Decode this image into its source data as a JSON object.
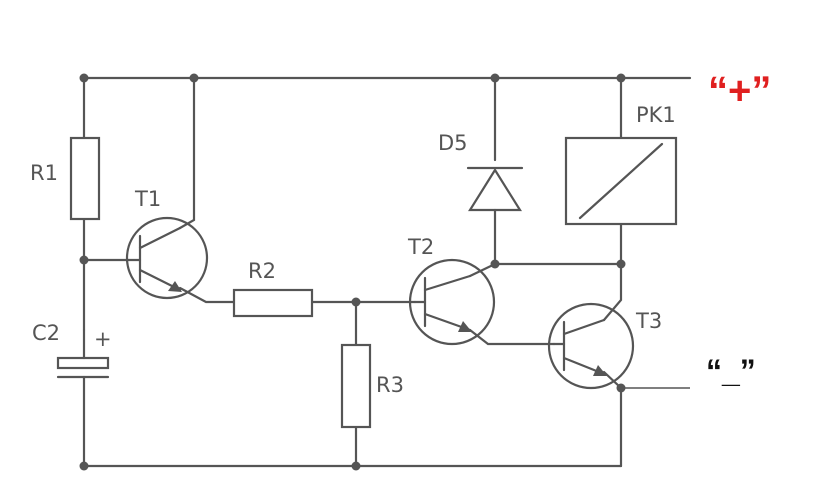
{
  "diagram": {
    "components": {
      "r1": "R1",
      "r2": "R2",
      "r3": "R3",
      "c2": "C2",
      "c2_polarity": "+",
      "t1": "T1",
      "t2": "T2",
      "t3": "T3",
      "d5": "D5",
      "pk1": "PK1"
    },
    "terminals": {
      "positive": "“+”",
      "negative": "“_”"
    },
    "colors": {
      "wire": "#555555",
      "positive_terminal": "#e02020",
      "negative_terminal": "#111111"
    }
  }
}
